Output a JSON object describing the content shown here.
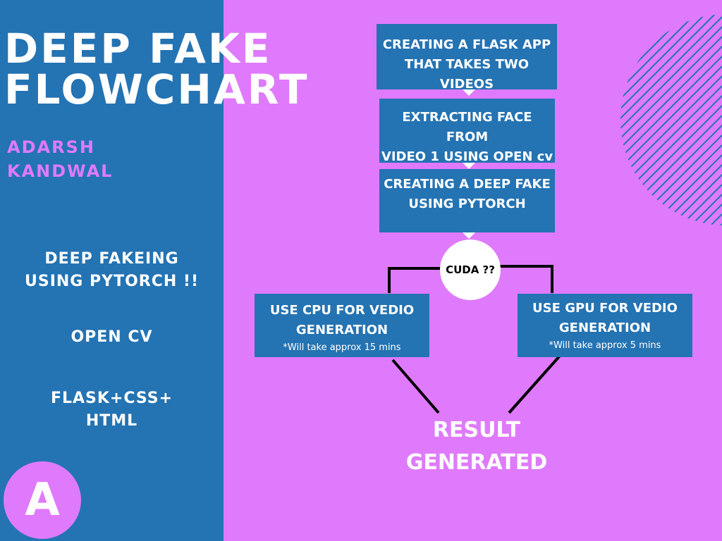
{
  "sidebar": {
    "title": "DEEP FAKE\nFLOWCHART",
    "author": "ADARSH\nKANDWAL",
    "features": [
      "DEEP FAKEING\nUSING PYTORCH !!",
      "OPEN CV",
      "FLASK+CSS+\nHTML"
    ],
    "logo_letter": "A"
  },
  "flow": {
    "step1": "CREATING A FLASK APP\nTHAT TAKES TWO VIDEOS",
    "step2": "EXTRACTING FACE FROM\nVIDEO 1 USING OPEN cv",
    "step3": "CREATING A DEEP FAKE\nUSING PYTORCH",
    "decision": "CUDA ??",
    "cpu_branch": {
      "label": "USE CPU FOR VEDIO\nGENERATION",
      "note": "*Will take approx 15 mins"
    },
    "gpu_branch": {
      "label": "USE GPU FOR VEDIO\nGENERATION",
      "note": "*Will take approx 5 mins"
    },
    "result": "RESULT\nGENERATED"
  },
  "colors": {
    "blue": "#2473b3",
    "pink": "#df7afc",
    "white": "#ffffff",
    "black": "#000000"
  }
}
